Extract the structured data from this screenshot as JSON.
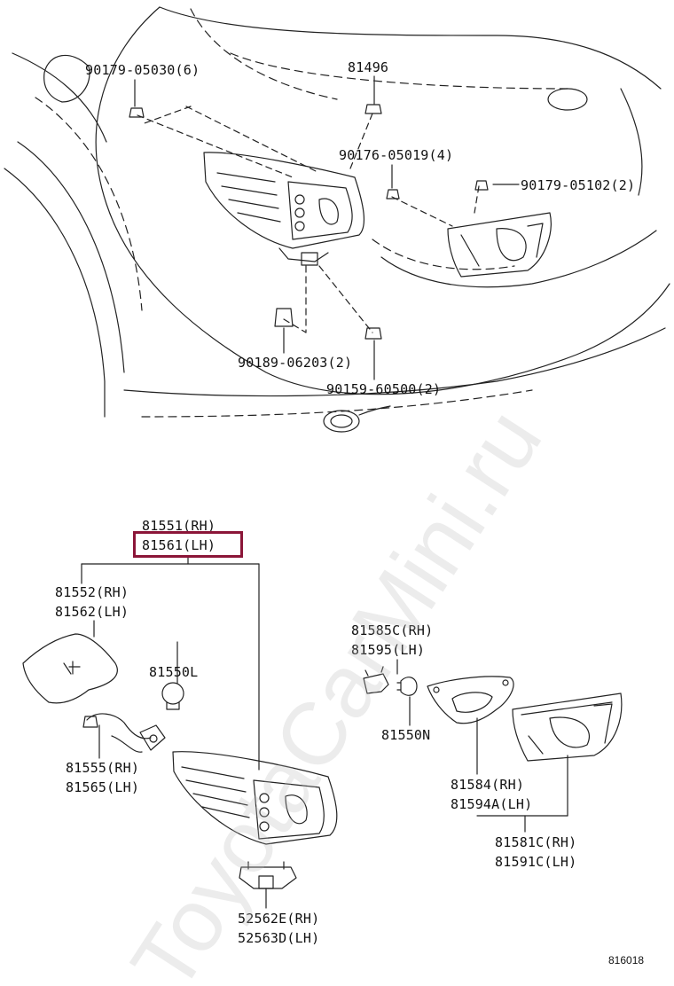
{
  "diagram": {
    "callouts_top": {
      "c1": "90179-05030(6)",
      "c2": "81496",
      "c3": "90176-05019(4)",
      "c4": "90179-05102(2)",
      "c5": "90189-06203(2)",
      "c6": "90159-60500(2)"
    },
    "callouts_bottom": {
      "assy_rh": "81551(RH)",
      "assy_lh": "81561(LH)",
      "gasket_rh": "81552(RH)",
      "gasket_lh": "81562(LH)",
      "bulb_l": "81550L",
      "socket_rh": "81555(RH)",
      "socket_lh": "81565(LH)",
      "bracket_rh": "52562E(RH)",
      "bracket_lh": "52563D(LH)",
      "inner_socket_rh": "81585C(RH)",
      "inner_socket_lh": "81595(LH)",
      "bulb_n": "81550N",
      "inner_gasket_rh": "81584(RH)",
      "inner_gasket_lh": "81594A(LH)",
      "inner_lamp_rh": "81581C(RH)",
      "inner_lamp_lh": "81591C(LH)"
    },
    "figure_code": "816018",
    "watermark": "ToyotaCarMini.ru",
    "highlight_color": "#8b1538"
  }
}
